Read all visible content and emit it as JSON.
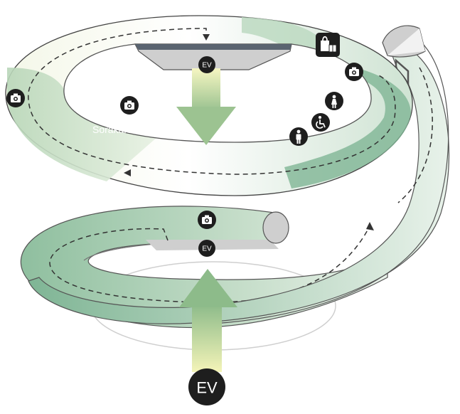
{
  "diagram": {
    "ev_labels": {
      "top": "EV",
      "middle": "EV",
      "bottom": "EV"
    },
    "area_label": "Sorakara Po",
    "icons": [
      "camera-icon",
      "shopping-bag-icon",
      "restroom-female-icon",
      "wheelchair-icon",
      "restroom-male-icon"
    ],
    "colors": {
      "ramp_green": "#6fae8a",
      "ramp_light": "#e6f1e8",
      "ev_arrow_yellow": "#f2f2b0",
      "ev_arrow_green": "#9cc391",
      "gray_platform": "#c9c9c9",
      "dark": "#1e1e1e"
    }
  }
}
